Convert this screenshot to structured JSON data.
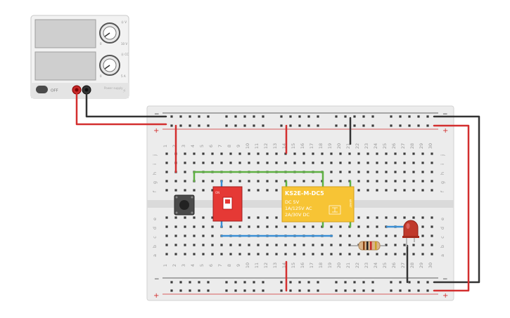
{
  "supply": {
    "off_label": "OFF",
    "knob1_top": "⓪ V",
    "knob1_max": "10 V",
    "knob1_min": "0",
    "knob2_top": "⓪ CC",
    "knob2_max": "5 A",
    "knob2_min": "0",
    "caption": "Power supply",
    "case_color": "#f0f0f0",
    "display_color": "#cfcfcf"
  },
  "breadboard": {
    "columns": [
      "1",
      "2",
      "3",
      "4",
      "5",
      "6",
      "7",
      "8",
      "9",
      "10",
      "11",
      "12",
      "13",
      "14",
      "15",
      "16",
      "17",
      "18",
      "19",
      "20",
      "21",
      "22",
      "23",
      "24",
      "25",
      "26",
      "27",
      "28",
      "29",
      "30"
    ],
    "rows_top": [
      "j",
      "i",
      "h",
      "g",
      "f"
    ],
    "rows_bottom": [
      "e",
      "d",
      "c",
      "b",
      "a"
    ],
    "rail_minus": "−",
    "rail_plus": "+",
    "board_color": "#ececec"
  },
  "relay": {
    "part": "KS2E-M-DC5",
    "line1": "DC 5V",
    "line2": "1A/125V AC",
    "line3": "2A/30V DC",
    "side": "KEMET",
    "color": "#f7c435"
  },
  "colors": {
    "red_wire": "#d32f2f",
    "black_wire": "#333333",
    "green_wire": "#5fb043",
    "blue_wire": "#3b8fd4",
    "led": "#c0392b",
    "switch": "#e53935"
  }
}
